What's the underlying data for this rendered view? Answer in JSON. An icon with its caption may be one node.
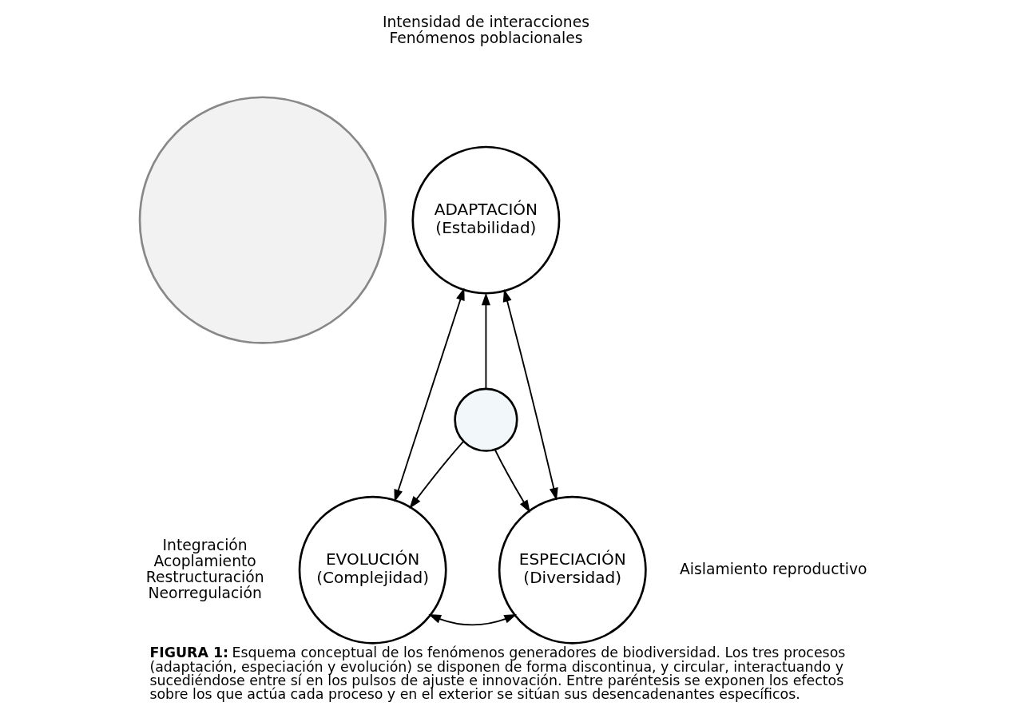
{
  "diagram": {
    "caption": "**FIGURA 1:** Esquema conceptual de los fenómenos generadores de biodiversidad. Los tres procesos (adaptación, especiación y evolución) se disponen de forma discontinua, y circular, interactuando y sucediéndose entre sí en los pulsos de ajuste e innovación. Entre paréntesis se exponen los efectos sobre los que actúa cada proceso y en el exterior se sitúan sus desencadenantes específicos.",
    "nodes": [
      {
        "text": [],
        "shape": "circle"
      },
      {
        "text": [
          "ADAPTACIÓN",
          "(Estabilidad)"
        ],
        "beside": [
          "Intensidad de interacciones",
          "Fenómenos poblacionales"
        ]
      },
      {
        "text": [],
        "shape": "circle"
      },
      {
        "text": [
          "EVOLUCIÓN",
          "(Complejidad)"
        ],
        "beside": [
          "Integración",
          "Acoplamiento",
          "Restructuración",
          "Neorregulación"
        ]
      },
      {
        "text": [
          "ESPECIACIÓN",
          "(Diversidad)"
        ],
        "beside": [
          "Aislamiento reproductivo"
        ]
      }
    ],
    "edges": [
      {
        "from": 2,
        "to": 1,
        "arrow": "to"
      },
      {
        "from": 1,
        "to": 3,
        "arrow": "both"
      },
      {
        "from": 1,
        "to": 4,
        "arrow": "both"
      },
      {
        "from": 2,
        "to": 3,
        "arrow": "to"
      },
      {
        "from": 2,
        "to": 4,
        "arrow": "to"
      },
      {
        "from": 3,
        "to": 4,
        "arrow": "both"
      }
    ]
  }
}
